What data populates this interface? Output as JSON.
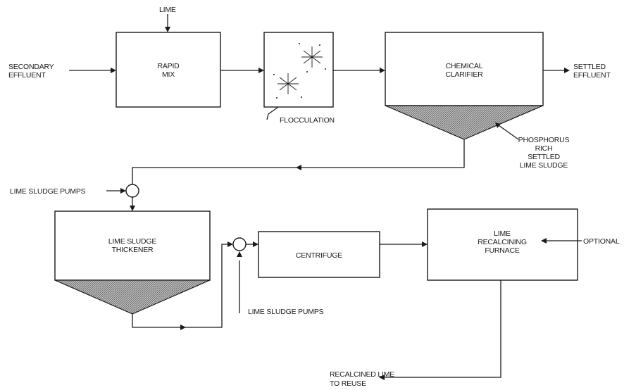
{
  "labels": {
    "lime": "LIME",
    "secondary_1": "SECONDARY",
    "secondary_2": "EFFLUENT",
    "rapid_mix_1": "RAPID",
    "rapid_mix_2": "MIX",
    "flocculation": "FLOCCULATION",
    "clarifier_1": "CHEMICAL",
    "clarifier_2": "CLARIFIER",
    "settled_1": "SETTLED",
    "settled_2": "EFFLUENT",
    "phos_1": "PHOSPHORUS",
    "phos_2": "RICH",
    "phos_3": "SETTLED",
    "phos_4": "LIME SLUDGE",
    "pumps_top": "LIME SLUDGE PUMPS",
    "thickener_1": "LIME SLUDGE",
    "thickener_2": "THICKENER",
    "centrifuge": "CENTRIFUGE",
    "furnace_1": "LIME",
    "furnace_2": "RECALCINING",
    "furnace_3": "FURNACE",
    "optional": "OPTIONAL",
    "pumps_bottom": "LIME SLUDGE PUMPS",
    "reuse_1": "RECALCINED LIME",
    "reuse_2": "TO REUSE"
  },
  "colors": {
    "ink": "#1a1a1a",
    "background": "#ffffff"
  }
}
